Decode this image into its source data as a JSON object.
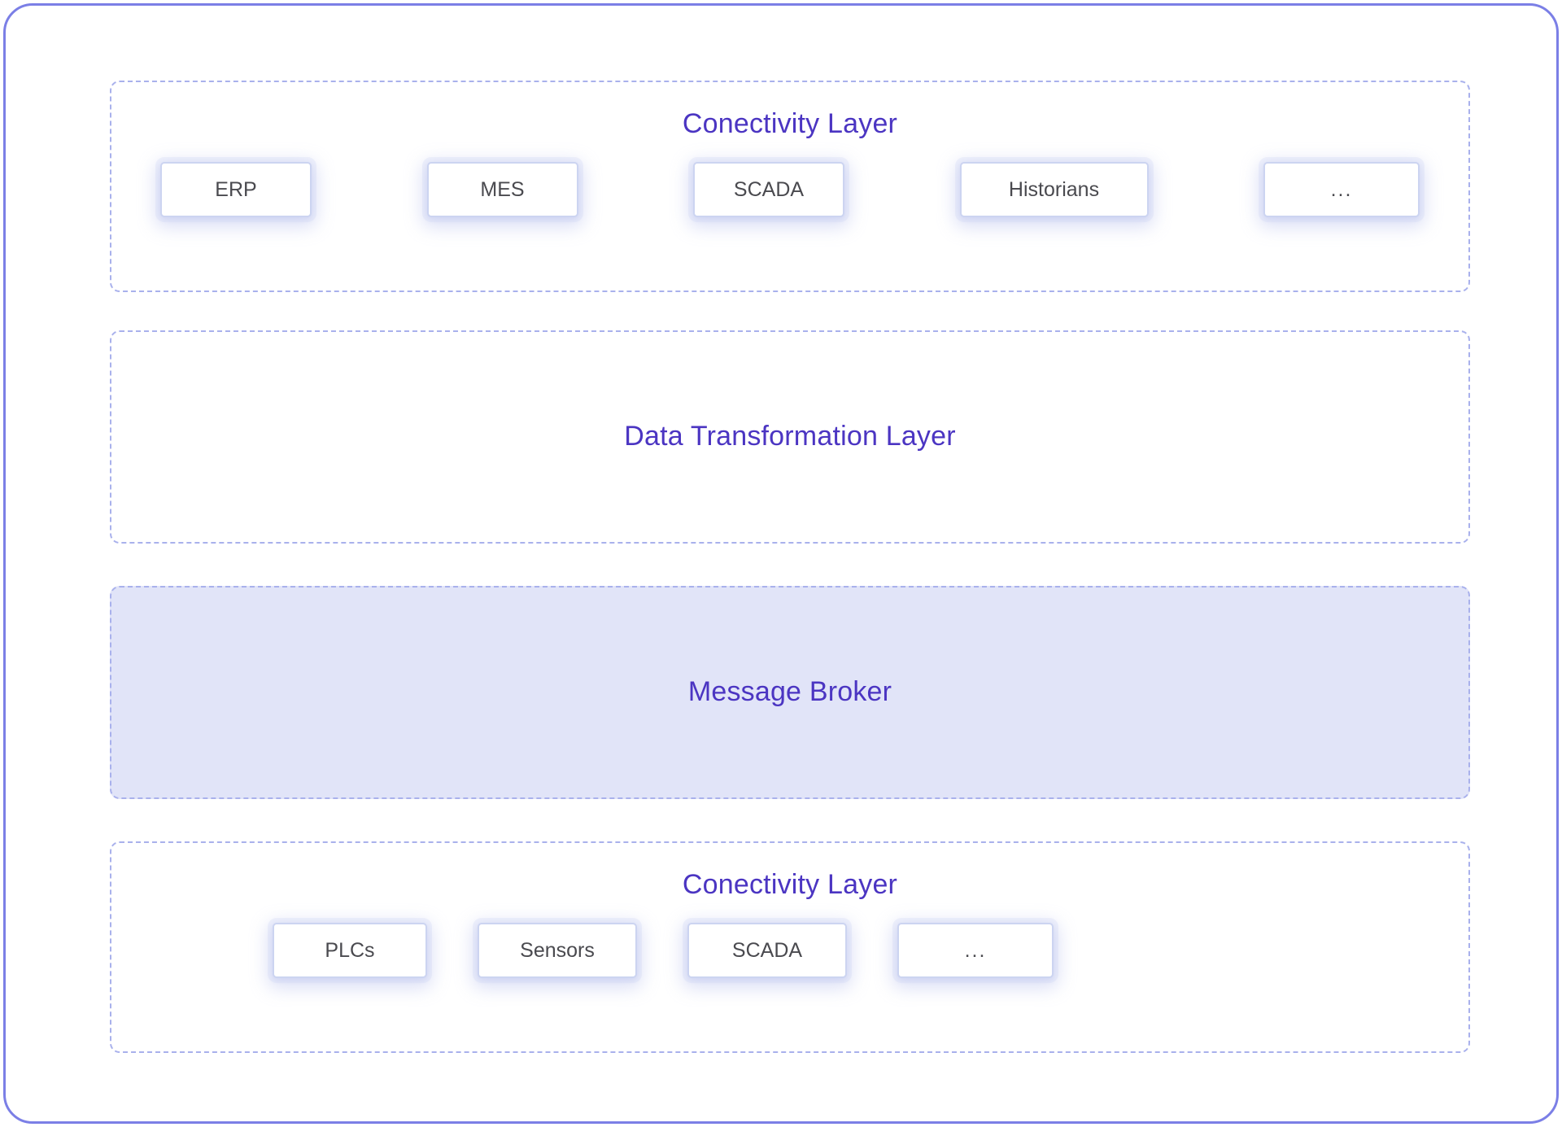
{
  "diagram": {
    "frame_border_color": "#7b7fe6",
    "layer_border_color": "#a9b1ec",
    "title_color": "#4b35c2",
    "node_text_color": "#4a4a4f",
    "broker_fill_color": "#e1e4f8",
    "layers": [
      {
        "id": "connectivity-top",
        "title": "Conectivity Layer",
        "filled": false,
        "nodes": [
          {
            "label": "ERP"
          },
          {
            "label": "MES"
          },
          {
            "label": "SCADA"
          },
          {
            "label": "Historians"
          },
          {
            "label": "..."
          }
        ]
      },
      {
        "id": "data-transformation",
        "title": "Data Transformation Layer",
        "filled": false,
        "nodes": []
      },
      {
        "id": "message-broker",
        "title": "Message Broker",
        "filled": true,
        "nodes": []
      },
      {
        "id": "connectivity-bottom",
        "title": "Conectivity Layer",
        "filled": false,
        "nodes": [
          {
            "label": "PLCs"
          },
          {
            "label": "Sensors"
          },
          {
            "label": "SCADA"
          },
          {
            "label": "..."
          }
        ]
      }
    ]
  }
}
